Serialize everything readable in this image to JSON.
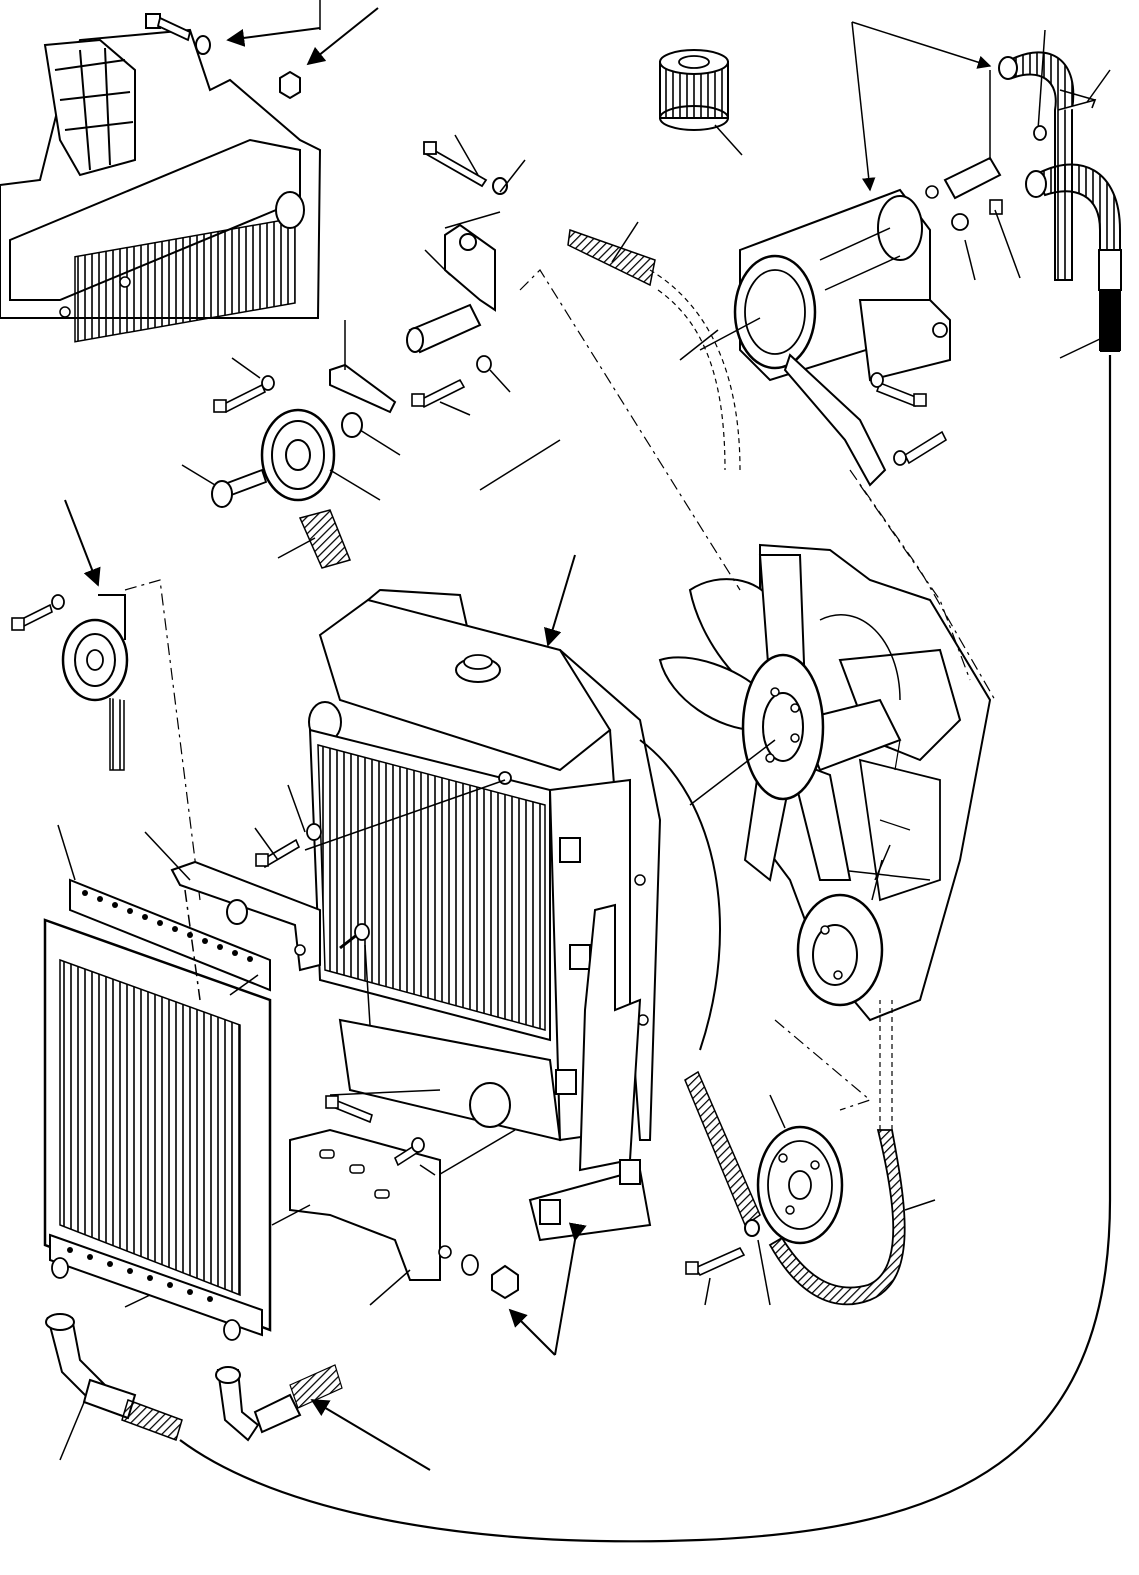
{
  "diagram": {
    "description_visible_text": "",
    "components": [
      {
        "id": "radiator",
        "icon": "radiator-icon"
      },
      {
        "id": "fan-shroud",
        "icon": "shroud-icon"
      },
      {
        "id": "oil-cooler",
        "icon": "cooler-icon"
      },
      {
        "id": "ac-compressor",
        "icon": "compressor-icon"
      },
      {
        "id": "receiver-drier",
        "icon": "drier-icon"
      },
      {
        "id": "idler-pulley",
        "icon": "pulley-icon"
      },
      {
        "id": "engine-fan",
        "icon": "fan-icon"
      },
      {
        "id": "crank-pulley",
        "icon": "pulley-icon"
      },
      {
        "id": "v-belts",
        "icon": "belt-icon"
      },
      {
        "id": "hoses",
        "icon": "hose-icon"
      },
      {
        "id": "mounting-brackets",
        "icon": "bracket-icon"
      },
      {
        "id": "detail-inset",
        "icon": "inset-icon"
      }
    ],
    "colors": {
      "line": "#000000",
      "background": "#ffffff",
      "hatch": "#333333"
    }
  }
}
